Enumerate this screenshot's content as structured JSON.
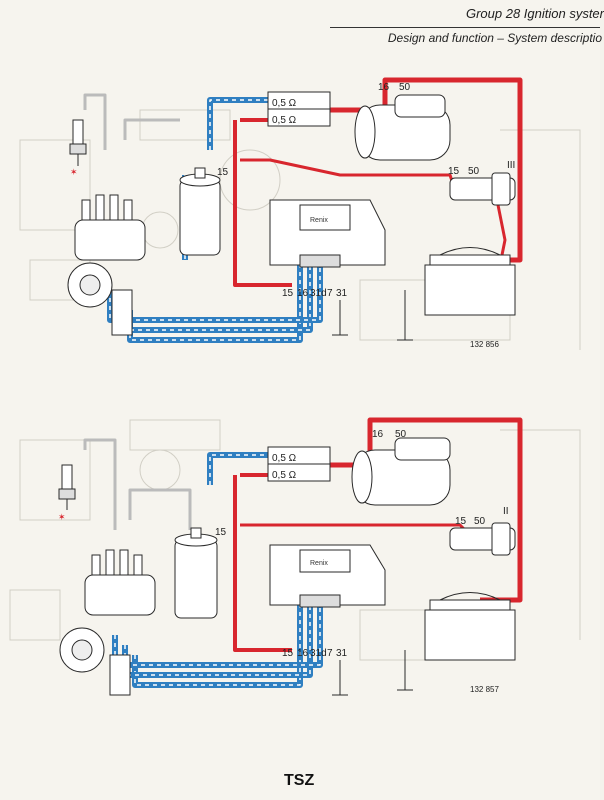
{
  "header": {
    "title": "Group 28 Ignition syster",
    "subtitle": "Design and function – System descriptio"
  },
  "diagrams": [
    {
      "figure_number": "132 856",
      "circuit_roman": "III",
      "resistor_labels": [
        "0,5 Ω",
        "0,5 Ω"
      ],
      "ecu_terminals": [
        "15",
        "16",
        "31d",
        "7",
        "31"
      ],
      "coil_terminal": "15",
      "starter_terminals": [
        "16",
        "50"
      ],
      "switch_terminals": [
        "15",
        "50"
      ],
      "ecu_brand": "Renix"
    },
    {
      "figure_number": "132 857",
      "circuit_roman": "II",
      "resistor_labels": [
        "0,5 Ω",
        "0,5 Ω"
      ],
      "ecu_terminals": [
        "15",
        "16",
        "31d",
        "7",
        "31"
      ],
      "coil_terminal": "15",
      "starter_terminals": [
        "16",
        "50"
      ],
      "switch_terminals": [
        "15",
        "50"
      ],
      "ecu_brand": "Renix"
    }
  ],
  "footer": {
    "label": "TSZ"
  },
  "colors": {
    "live_wire": "#d8262e",
    "switched_wire": "#2f7fc1",
    "component_line": "#2a2a2a"
  }
}
